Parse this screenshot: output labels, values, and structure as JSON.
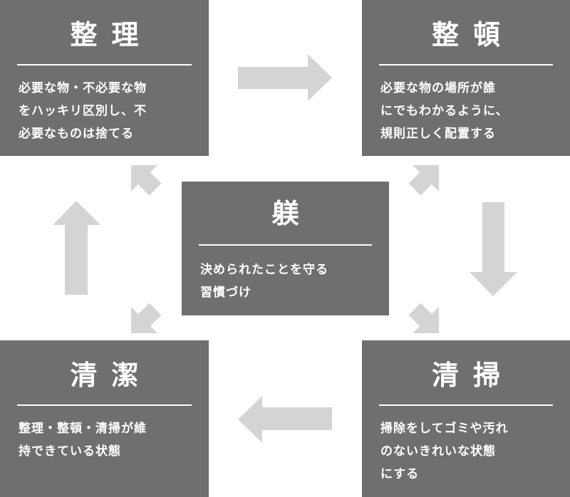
{
  "boxes": {
    "seiri": {
      "title": "整理",
      "desc": "必要な物・不必要な物\nをハッキリ区別し、不\n必要なものは捨てる"
    },
    "seiton": {
      "title": "整頓",
      "desc": "必要な物の場所が誰\nにでもわかるように、\n規則正しく配置する"
    },
    "seisou": {
      "title": "清掃",
      "desc": "掃除をしてゴミや汚れ\nのないきれいな状態\nにする"
    },
    "seiketsu": {
      "title": "清潔",
      "desc": "整理・整頓・清掃が維\n持できている状態"
    },
    "shitsuke": {
      "title": "躾",
      "desc": "決められたことを守る\n習慣づけ"
    }
  },
  "colors": {
    "box": "#6f6f6f",
    "arrow": "#d4d4d4",
    "text": "#ffffff",
    "background": "#ffffff"
  }
}
